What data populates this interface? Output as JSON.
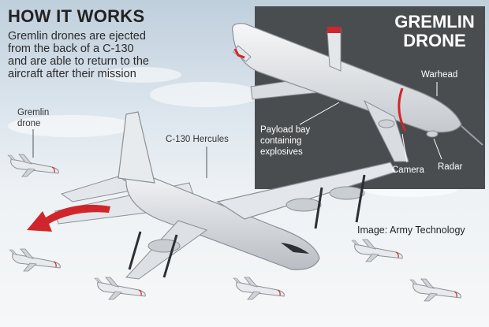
{
  "header": {
    "title": "HOW IT WORKS",
    "description_lines": [
      "Gremlin drones are ejected",
      "from the back of a C-130",
      "and are able to return to the",
      "aircraft after their mission"
    ]
  },
  "inset": {
    "title_lines": [
      "GREMLIN",
      "DRONE"
    ],
    "labels": {
      "warhead": "Warhead",
      "payload_lines": [
        "Payload bay",
        "containing",
        "explosives"
      ],
      "camera": "Camera",
      "radar": "Radar"
    }
  },
  "main": {
    "gremlin_label_lines": [
      "Gremlin",
      "drone"
    ],
    "c130_label": "C-130 Hercules"
  },
  "credit": "Image: Army Technology",
  "colors": {
    "panel": "#4a4d50",
    "accent_red": "#d0262b",
    "aircraft": "#dfe2e6"
  }
}
